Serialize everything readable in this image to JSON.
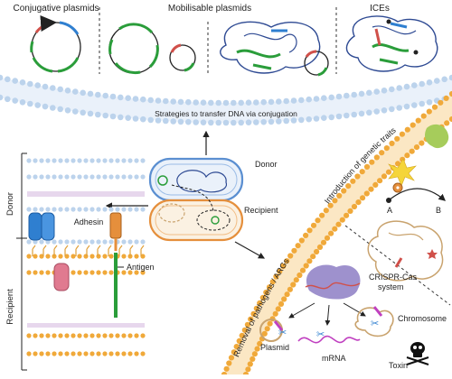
{
  "top_panel": {
    "conjugative_label": "Conjugative plasmids",
    "mobilisable_label": "Mobilisable plasmids",
    "ices_label": "ICEs"
  },
  "arc_label": "Strategies to transfer DNA via conjugation",
  "center": {
    "donor_label": "Donor",
    "recipient_label": "Recipient"
  },
  "left_panel": {
    "donor_side": "Donor",
    "recipient_side": "Recipient",
    "adhesin_label": "Adhesin",
    "antigen_label": "Antigen"
  },
  "diagonal_band": {
    "lower_text": "Removal of pathogens / ARGs",
    "upper_text": "Introduction of genetic traits"
  },
  "right_panel": {
    "point_a": "A",
    "point_b": "B",
    "crispr_label_line1": "CRISPR-Cas",
    "crispr_label_line2": "system",
    "plasmid_label": "Plasmid",
    "chromosome_label": "Chromosome",
    "mrna_label": "mRNA",
    "toxin_label": "Toxin"
  },
  "colors": {
    "membrane_blue": "#bcd3ec",
    "membrane_orange": "#f0a93a",
    "gene_green": "#2a9d3a",
    "gene_blue": "#2f7fd0",
    "gene_red": "#d0504a",
    "dna_blue": "#2e4a93",
    "dna_tan": "#c9a36e"
  }
}
